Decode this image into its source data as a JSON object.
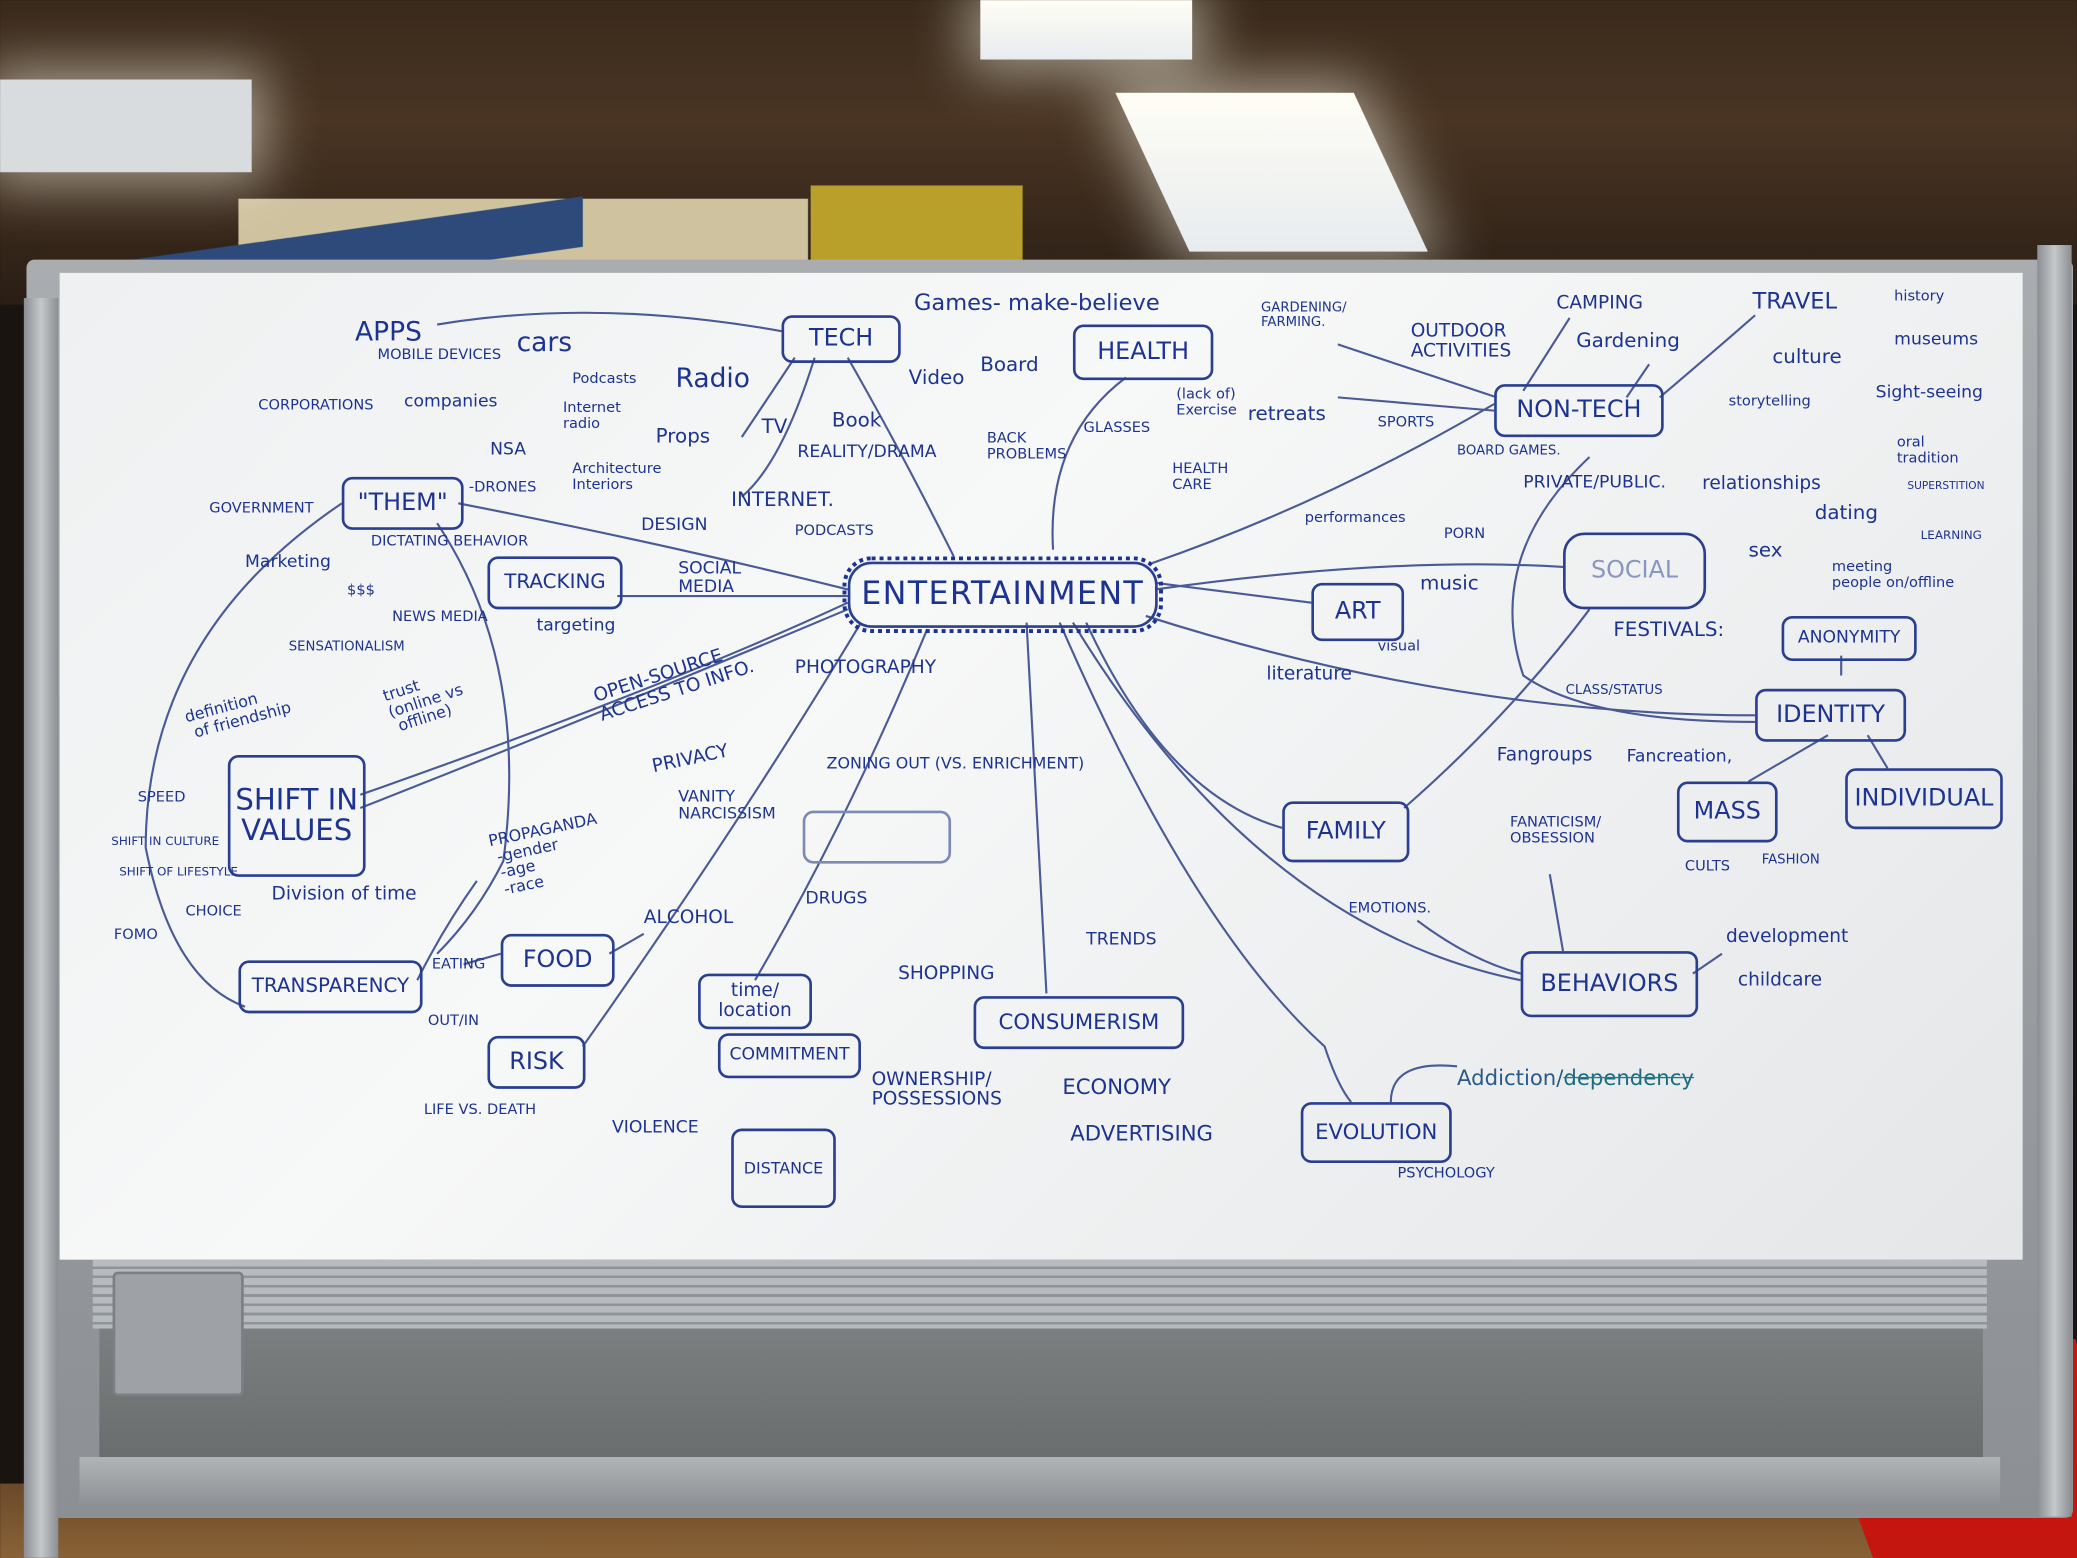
{
  "boxes": {
    "entertainment": "ENTERTAINMENT",
    "tech": "TECH",
    "health": "HEALTH",
    "non_tech": "NON-TECH",
    "them": "\"THEM\"",
    "tracking": "TRACKING",
    "social": "SOCIAL",
    "art": "ART",
    "identity": "IDENTITY",
    "anonymity": "ANONYMITY",
    "individual": "INDIVIDUAL",
    "mass": "MASS",
    "family": "FAMILY",
    "shift_in_values": "SHIFT IN\nVALUES",
    "food": "FOOD",
    "transparency": "TRANSPARENCY",
    "risk": "RISK",
    "time_location": "time/\nlocation",
    "commitment": "COMMITMENT",
    "distance": "DISTANCE",
    "consumerism": "CONSUMERISM",
    "behaviors": "BEHAVIORS",
    "evolution": "EVOLUTION"
  },
  "labels": {
    "apps": "APPS",
    "mobile_devices": "MOBILE DEVICES",
    "cars": "cars",
    "games": "Games- make-believe",
    "video": "Video",
    "board": "Board",
    "podcasts": "Podcasts",
    "radio": "Radio",
    "internet_radio": "Internet\nradio",
    "props": "Props",
    "tv": "TV",
    "book": "Book",
    "reality_drama": "REALITY/DRAMA",
    "architecture": "Architecture\nInteriors",
    "design": "DESIGN",
    "internet": "INTERNET.",
    "podcasts2": "PODCASTS",
    "corporations": "CORPORATIONS",
    "companies": "companies",
    "nsa": "NSA",
    "drones": "-DRONES",
    "government": "GOVERNMENT",
    "dictating": "DICTATING BEHAVIOR",
    "marketing": "Marketing",
    "money": "$$$",
    "news_media": "NEWS MEDIA",
    "sensationalism": "SENSATIONALISM",
    "targeting": "targeting",
    "social_media": "SOCIAL\nMEDIA",
    "photography": "PHOTOGRAPHY",
    "open_source": "OPEN-SOURCE\nACCESS TO INFO.",
    "privacy": "PRIVACY",
    "friendship": "definition\n of friendship",
    "trust": "trust\n(online vs\n offline)",
    "speed": "SPEED",
    "shift_culture": "SHIFT IN CULTURE",
    "shift_lifestyle": "SHIFT OF LIFESTYLE",
    "choice": "CHOICE",
    "fomo": "FOMO",
    "division_time": "Division of time",
    "propaganda": "PROPAGANDA\n -gender\n -age\n -race",
    "vanity": "VANITY\nNARCISSISM",
    "zoning_out": "ZONING OUT (VS. ENRICHMENT)",
    "drugs": "DRUGS",
    "eating": "EATING",
    "out_in": "OUT/IN",
    "alcohol": "ALCOHOL",
    "life_death": "LIFE VS. DEATH",
    "violence": "VIOLENCE",
    "shopping": "SHOPPING",
    "trends": "TRENDS",
    "ownership": "OWNERSHIP/\nPOSSESSIONS",
    "economy": "ECONOMY",
    "advertising": "ADVERTISING",
    "back_problems": "BACK\nPROBLEMS",
    "glasses": "GLASSES",
    "exercise": "(lack of)\nExercise",
    "health_care": "HEALTH\nCARE",
    "gardening_farming": "GARDENING/\nFARMING.",
    "outdoor": "OUTDOOR\nACTIVITIES",
    "camping": "CAMPING",
    "gardening": "Gardening",
    "retreats": "retreats",
    "sports": "SPORTS",
    "board_games": "BOARD GAMES.",
    "travel": "TRAVEL",
    "history": "history",
    "museums": "museums",
    "culture": "culture",
    "storytelling": "storytelling",
    "sightseeing": "Sight-seeing",
    "oral_tradition": "oral\ntradition",
    "superstition": "SUPERSTITION",
    "relationships": "relationships",
    "private_public": "PRIVATE/PUBLIC.",
    "porn": "PORN",
    "performances": "performances",
    "music": "music",
    "visual": "visual",
    "literature": "literature",
    "sex": "sex",
    "dating": "dating",
    "meeting": "meeting\npeople on/offline",
    "learning": "LEARNING",
    "festivals": "FESTIVALS:",
    "class_status": "CLASS/STATUS",
    "fangroups": "Fangroups",
    "fancreation": "Fancreation,",
    "fanaticism": "FANATICISM/\nOBSESSION",
    "cults": "CULTS",
    "fashion": "FASHION",
    "emotions": "EMOTIONS.",
    "development": "development",
    "childcare": "childcare",
    "addiction": "Addiction/",
    "dependency": "dependency",
    "psychology": "PSYCHOLOGY"
  },
  "colors": {
    "marker": "#1d3391",
    "board": "#f2f3f4",
    "frame": "#9a9ea2",
    "chair": "#c4150f"
  }
}
